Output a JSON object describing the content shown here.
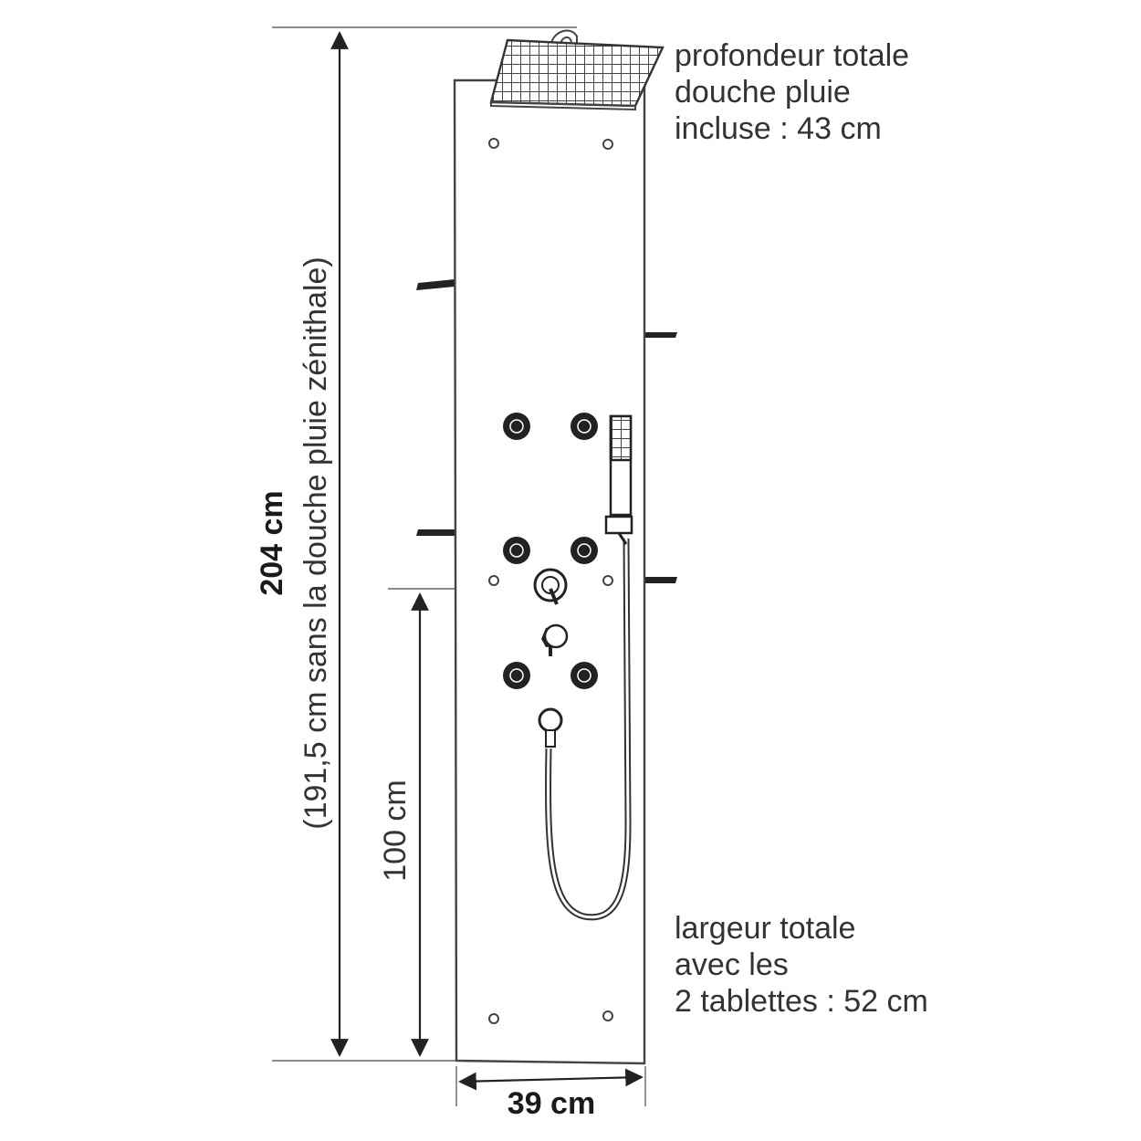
{
  "annotations": {
    "total_height": "204 cm",
    "height_without_rain": "(191,5 cm sans la douche pluie zénithale)",
    "control_height": "100 cm",
    "panel_width": "39 cm",
    "depth_note": [
      "profondeur totale",
      "douche pluie",
      "incluse : 43 cm"
    ],
    "width_note": [
      "largeur totale",
      "avec les",
      "2 tablettes : 52 cm"
    ]
  },
  "colors": {
    "line": "#444444",
    "text": "#333333",
    "dark": "#222222"
  },
  "icons": {
    "body_jet": "body-jet-icon",
    "mixer": "mixer-valve-icon",
    "diverter": "diverter-valve-icon",
    "hand_shower": "hand-shower-icon"
  }
}
